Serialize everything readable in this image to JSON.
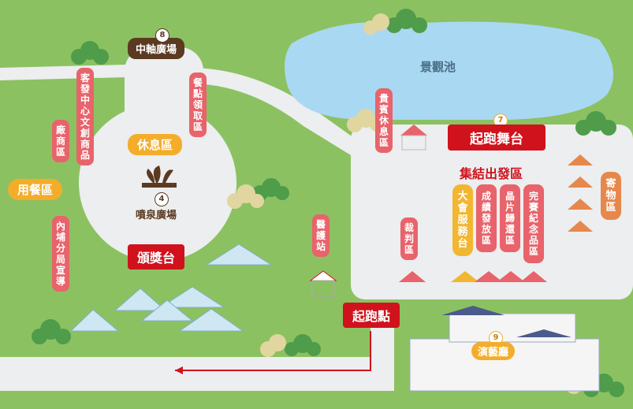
{
  "map": {
    "lake_label": "景觀池",
    "center_plaza": {
      "number": "8",
      "label": "中軸廣場"
    },
    "fountain_plaza": {
      "number": "4",
      "label": "噴泉廣場"
    },
    "theater": {
      "number": "9",
      "label": "演藝廳"
    },
    "start_stage": {
      "number": "7",
      "label": "起跑舞台"
    },
    "rest_area": "休息區",
    "dining_area": "用餐區",
    "award_stage": "頒獎台",
    "start_point": "起跑點",
    "gathering_area": "集結出發區",
    "vertical_labels": {
      "culture_shop": "客發中心文創商品",
      "meal_pickup": "餐點領取區",
      "vendor": "廠商區",
      "police": "內埔分局宣導",
      "vip_lounge": "貴賓休息區",
      "medical": "醫護站",
      "referee": "裁判區",
      "service": "大會服務台",
      "results": "成績發放區",
      "chip_return": "晶片歸還區",
      "souvenir": "完賽紀念品區",
      "bag_storage": "寄物區"
    },
    "colors": {
      "grass": "#8cc162",
      "path": "#eceeef",
      "lake": "#a9d8f3",
      "red": "#d0121d",
      "pink": "#e8636b",
      "orange": "#e6884c",
      "yellow": "#f3ad2a",
      "brown": "#5b3a22"
    }
  }
}
